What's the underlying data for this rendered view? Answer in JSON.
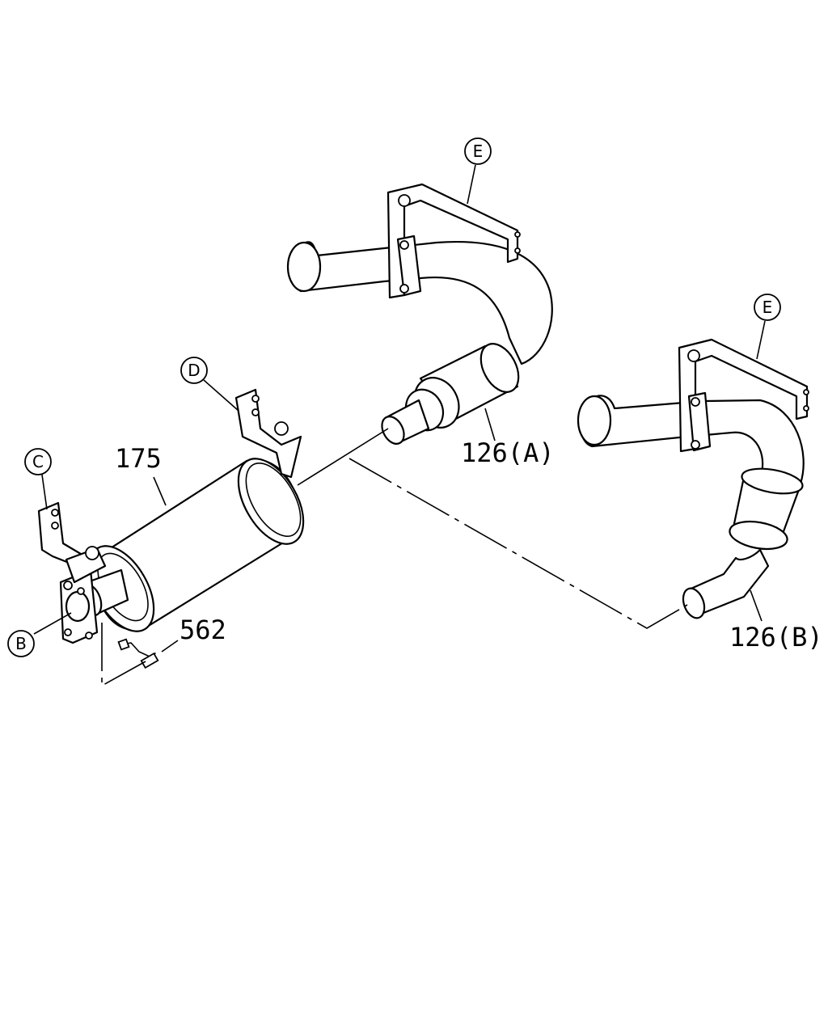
{
  "callouts": {
    "muffler": "175",
    "sensor": "562",
    "pipe_a": "126(A)",
    "pipe_b": "126(B)"
  },
  "refs": {
    "b": "B",
    "c": "C",
    "d": "D",
    "e_upper": "E",
    "e_lower": "E"
  }
}
